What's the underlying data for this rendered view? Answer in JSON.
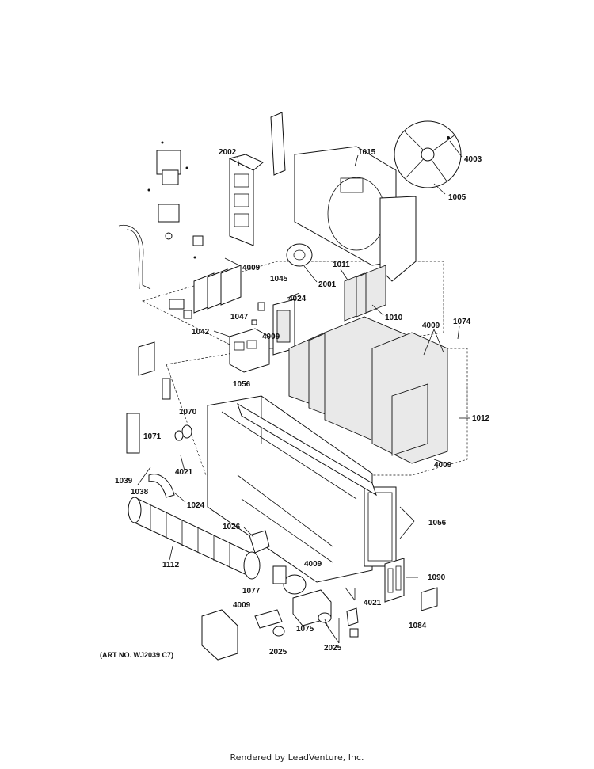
{
  "callouts": [
    {
      "id": "2002",
      "text": "2002"
    },
    {
      "id": "1015",
      "text": "1015"
    },
    {
      "id": "4003",
      "text": "4003"
    },
    {
      "id": "1005",
      "text": "1005"
    },
    {
      "id": "4009a",
      "text": "4009"
    },
    {
      "id": "2001",
      "text": "2001"
    },
    {
      "id": "1011",
      "text": "1011"
    },
    {
      "id": "1045",
      "text": "1045"
    },
    {
      "id": "4024",
      "text": "4024"
    },
    {
      "id": "1047",
      "text": "1047"
    },
    {
      "id": "1010",
      "text": "1010"
    },
    {
      "id": "4009b",
      "text": "4009"
    },
    {
      "id": "1074",
      "text": "1074"
    },
    {
      "id": "1042",
      "text": "1042"
    },
    {
      "id": "4009c",
      "text": "4009"
    },
    {
      "id": "1056a",
      "text": "1056"
    },
    {
      "id": "1012",
      "text": "1012"
    },
    {
      "id": "1070",
      "text": "1070"
    },
    {
      "id": "1071",
      "text": "1071"
    },
    {
      "id": "4009d",
      "text": "4009"
    },
    {
      "id": "1039",
      "text": "1039"
    },
    {
      "id": "4021a",
      "text": "4021"
    },
    {
      "id": "1038",
      "text": "1038"
    },
    {
      "id": "1024",
      "text": "1024"
    },
    {
      "id": "1056b",
      "text": "1056"
    },
    {
      "id": "1026",
      "text": "1026"
    },
    {
      "id": "1112",
      "text": "1112"
    },
    {
      "id": "4009e",
      "text": "4009"
    },
    {
      "id": "1090",
      "text": "1090"
    },
    {
      "id": "1077",
      "text": "1077"
    },
    {
      "id": "4021b",
      "text": "4021"
    },
    {
      "id": "4009f",
      "text": "4009"
    },
    {
      "id": "1075",
      "text": "1075"
    },
    {
      "id": "1084",
      "text": "1084"
    },
    {
      "id": "2025a",
      "text": "2025"
    },
    {
      "id": "2025b",
      "text": "2025"
    }
  ],
  "art_number": "(ART NO. WJ2039 C7)",
  "footer": "Rendered by LeadVenture, Inc."
}
